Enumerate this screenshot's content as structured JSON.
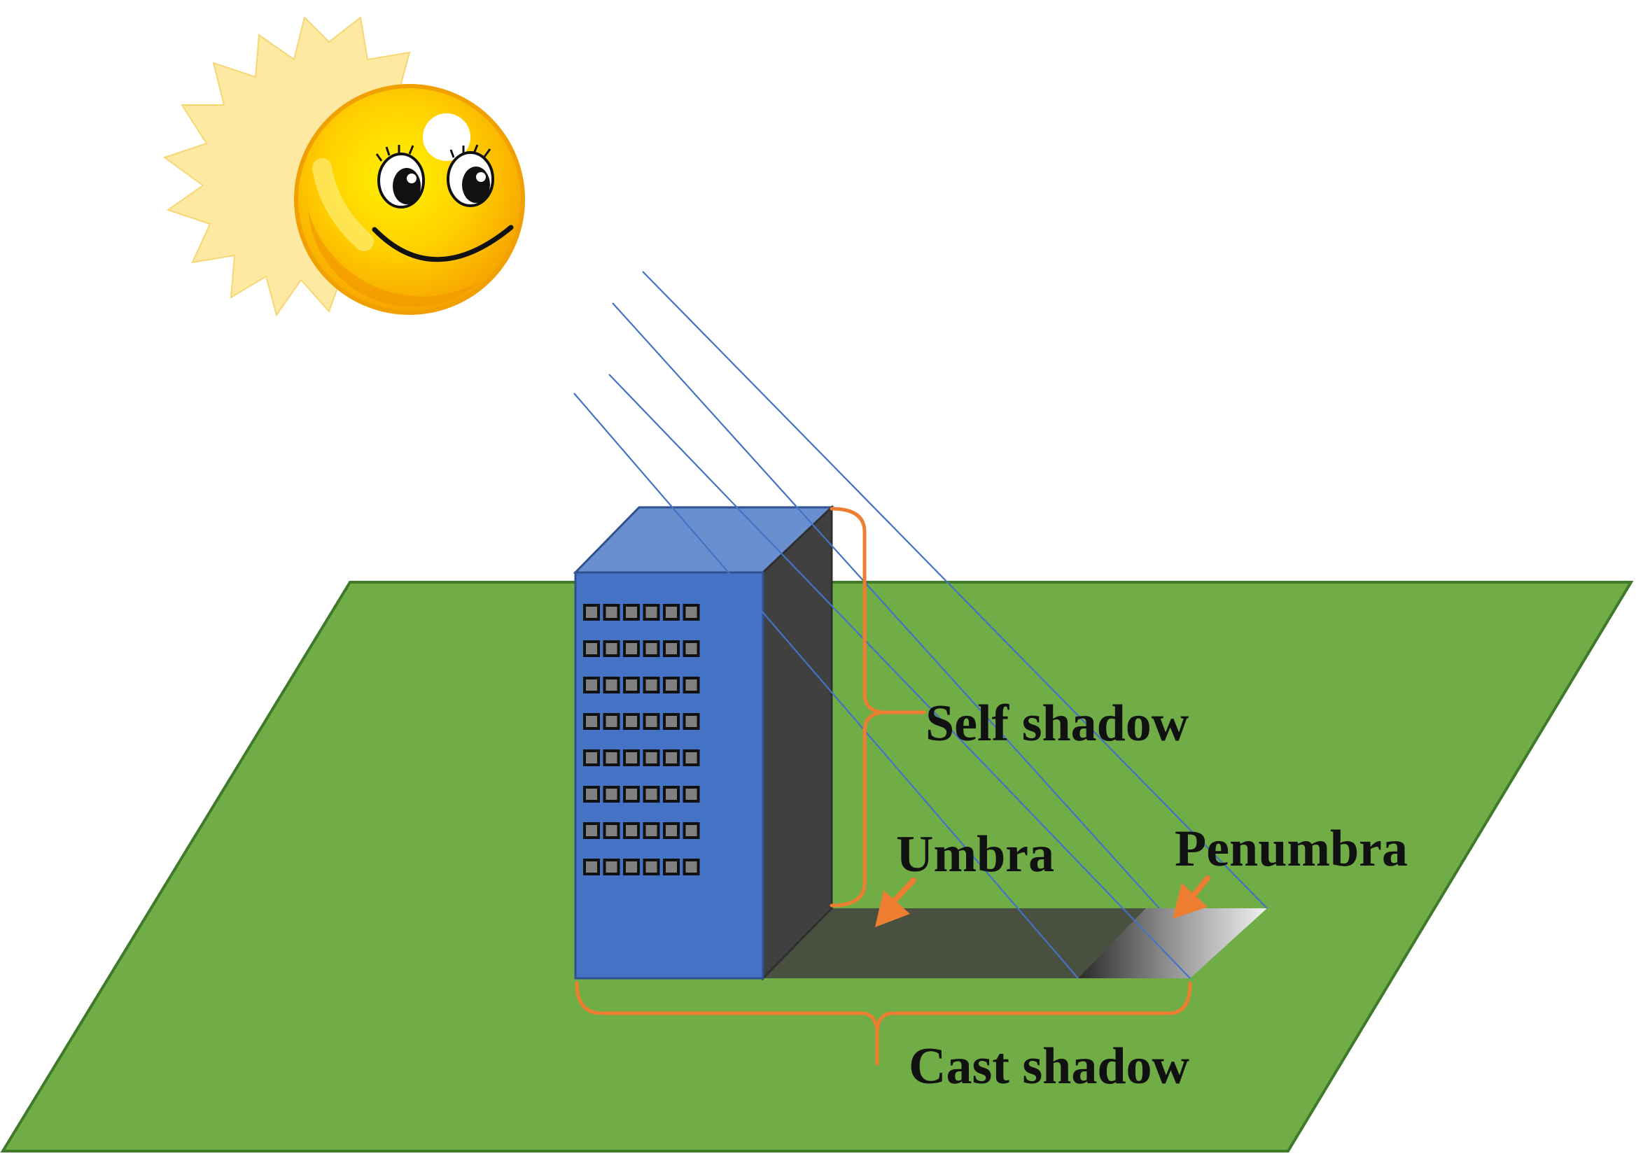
{
  "labels": {
    "self_shadow": "Self shadow",
    "umbra": "Umbra",
    "penumbra": "Penumbra",
    "cast_shadow": "Cast shadow"
  },
  "building": {
    "window_rows": 8,
    "window_cols": 6
  },
  "colors": {
    "ground": "#70ad47",
    "building_front": "#4472c4",
    "building_top": "#6a8fd0",
    "building_side": "#404040",
    "umbra": "#4a5040",
    "sun_rays": "#4472c4",
    "brace": "#ed7d31",
    "arrow": "#ed7d31",
    "sun_core": "#ffc000",
    "sun_flare": "#fde9a2"
  },
  "icons": {
    "sun": "smiling-sun-icon"
  }
}
